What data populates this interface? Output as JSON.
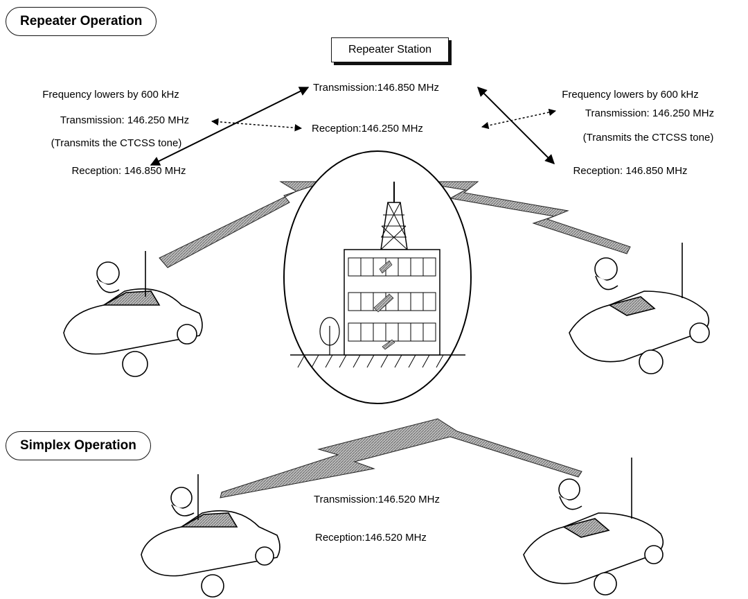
{
  "repeater_section": {
    "heading": "Repeater Operation",
    "station_label": "Repeater Station",
    "station_tx": "Transmission:146.850 MHz",
    "station_rx": "Reception:146.250 MHz",
    "left_radio": {
      "note": "Frequency lowers by 600 kHz",
      "transmission": "Transmission: 146.250 MHz",
      "ctcss": "(Transmits the CTCSS tone)",
      "reception": "Reception: 146.850 MHz"
    },
    "right_radio": {
      "note": "Frequency lowers by 600 kHz",
      "transmission": "Transmission: 146.250 MHz",
      "ctcss": "(Transmits the CTCSS tone)",
      "reception": "Reception: 146.850 MHz"
    }
  },
  "simplex_section": {
    "heading": "Simplex Operation",
    "transmission": "Transmission:146.520 MHz",
    "reception": "Reception:146.520 MHz"
  }
}
